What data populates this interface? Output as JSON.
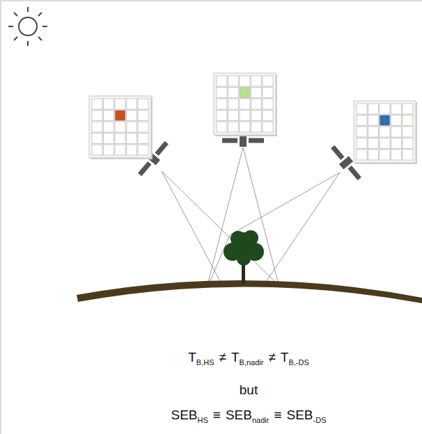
{
  "diagram": {
    "labels": [
      "T",
      "B,HS",
      "≠",
      "T",
      "B,nadir",
      "≠",
      "T",
      "B,-DS",
      "but",
      "SEB",
      "HS",
      "≡",
      "SEB",
      "nadir",
      "≡",
      "SEB",
      "-DS"
    ]
  }
}
